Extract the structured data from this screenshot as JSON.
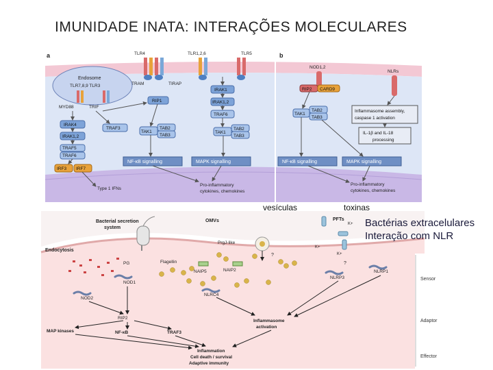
{
  "title": "IMUNIDADE INATA: INTERAÇÕES MOLECULARES",
  "overlay": {
    "vesiculas": "vesículas",
    "toxinas": "toxinas",
    "line1": "Bactérias extracelulares",
    "line2": "Interação com NLR"
  },
  "panelA": {
    "letter": "a",
    "receptors": [
      "TLR4",
      "TLR1,2,6",
      "TLR5"
    ],
    "endosome": "Endosome",
    "endo_receptors": "TLR7,8,9  TLR3",
    "nodes": {
      "myd88": "MYD88",
      "trif": "TRIF",
      "tram": "TRAM",
      "tirap": "TIRAP",
      "irak4": "IRAK4",
      "irak12": "IRAK1,2",
      "traf3": "TRAF3",
      "traf5": "TRAF5",
      "traf6": "TRAF6",
      "irf3": "IRF3",
      "irf7": "IRF7",
      "rip1": "RIP1",
      "irak1": "IRAK1",
      "irak12b": "IRAK1,2",
      "traf6b": "TRAF6",
      "tak1": "TAK1",
      "tab2": "TAB2",
      "tab3": "TAB3",
      "tak1b": "TAK1",
      "tab2b": "TAB2",
      "tab3b": "TAB3"
    },
    "nfkb": "NF-κB signalling",
    "mapk": "MAPK signalling",
    "ifn": "Type 1 IFNs",
    "cyto1": "Pro-inflammatory",
    "cyto2": "cytokines, chemokines"
  },
  "panelB": {
    "letter": "b",
    "nod": "NOD1,2",
    "nlrs": "NLRs",
    "rip2": "RIP2",
    "card9": "CARD9",
    "tak1": "TAK1",
    "tab2": "TAB2",
    "tab3": "TAB3",
    "inflam1": "Inflammasome assembly,",
    "inflam2": "caspase 1 activation",
    "il1": "IL-1β and IL-18",
    "il2": "processing",
    "nfkb": "NF-κB signalling",
    "mapk": "MAPK signalling",
    "cyto1": "Pro-inflammatory",
    "cyto2": "cytokines, chemokines"
  },
  "panelC": {
    "secretion1": "Bacterial secretion",
    "secretion2": "system",
    "omvs": "OMVs",
    "pfts": "PFTs",
    "kplus": "K+",
    "endocytosis": "Endocytosis",
    "prgj": "PrgJ-like",
    "pg": "PG",
    "flagellin": "Flagellin",
    "q": "?",
    "nod1": "NOD1",
    "nod2": "NOD2",
    "naip5": "NAIP5",
    "naip2": "NAIP2",
    "nlrc4": "NLRC4",
    "nlrp3": "NLRP3",
    "nlrp1": "NLRP1",
    "rip2": "RIP2",
    "mapk": "MAP kinases",
    "nfkb": "NF-κB",
    "traf3": "TRAF3",
    "inflammasome1": "Inflammasome",
    "inflammasome2": "activation",
    "out1": "Inflammation",
    "out2": "Cell death / survival",
    "out3": "Adaptive immunity",
    "side_sensor": "Sensor",
    "side_adaptor": "Adaptor",
    "side_effector": "Effector"
  }
}
